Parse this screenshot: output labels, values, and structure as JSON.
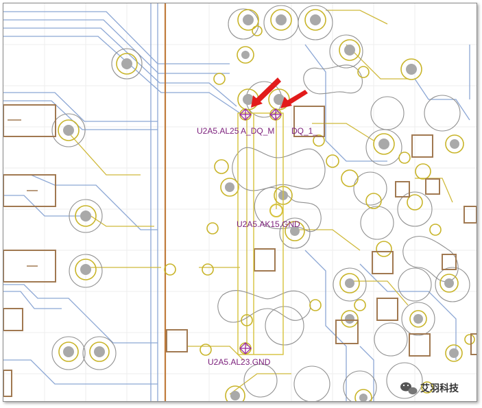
{
  "labels": {
    "top_left": "U2A5.AL25 A_DQ_M",
    "top_right": "DQ_1_",
    "middle": "U2A5.AK15.GND",
    "bottom": "U2A5.AL23.GND"
  },
  "watermark": {
    "text": "艾羽科技",
    "icon": "wechat-icon"
  },
  "colors": {
    "background": "#ffffff",
    "pad_outline": "#c8b428",
    "pad_fill": "#a9a9a9",
    "clearance": "#8f8f8f",
    "trace_blue": "#8ba6d4",
    "trace_yellow": "#cfb93a",
    "square_pad": "#a07850",
    "bus_line": "#c07a3a",
    "label": "#7a1d7a",
    "arrow": "#e21b1b",
    "via_marker": "#9a2a9a"
  }
}
